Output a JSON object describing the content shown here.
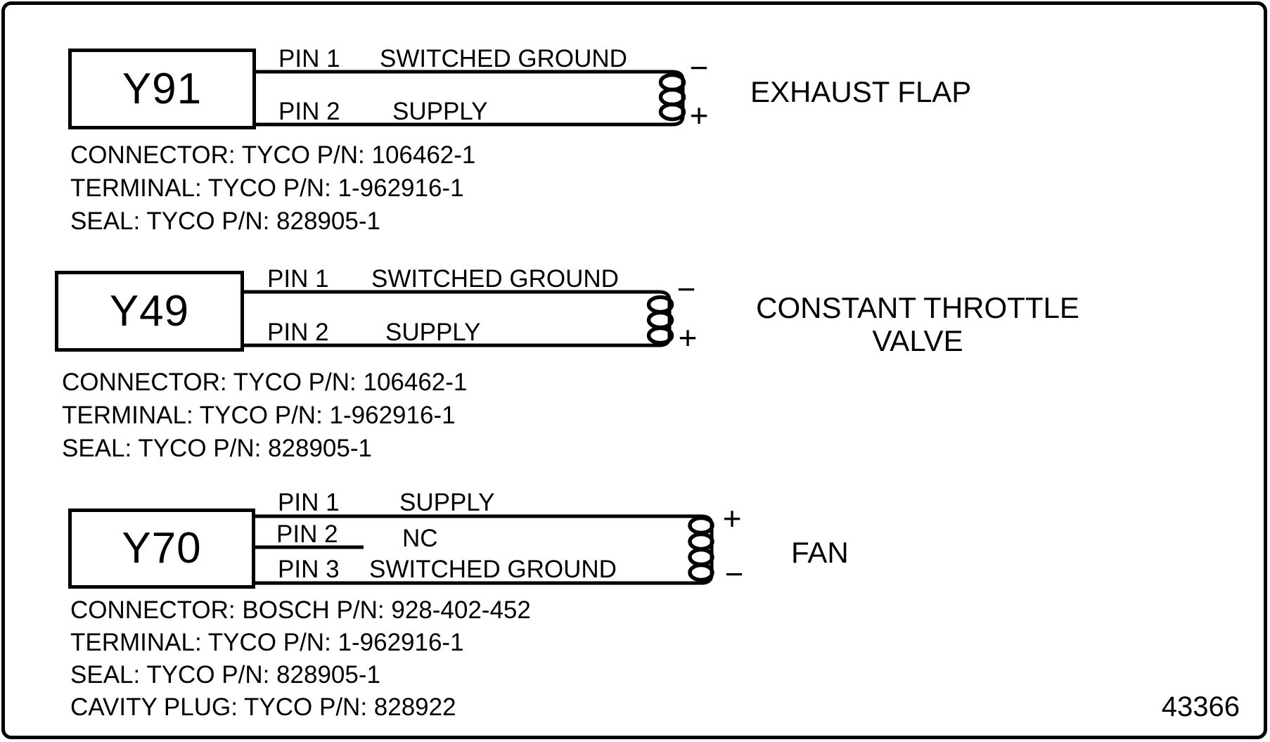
{
  "figure": {
    "number": "43366"
  },
  "colors": {
    "ink": "#000000",
    "background": "#ffffff"
  },
  "symbols": {
    "coil": "solenoid-coil",
    "wire": "wire-line"
  },
  "sections": [
    {
      "box_label": "Y91",
      "pins": [
        {
          "label": "PIN 1",
          "signal": "SWITCHED GROUND"
        },
        {
          "label": "PIN 2",
          "signal": "SUPPLY"
        }
      ],
      "polarity": {
        "top": "−",
        "bottom": "+"
      },
      "device": {
        "line1": "EXHAUST FLAP",
        "line2": ""
      },
      "notes": [
        "CONNECTOR: TYCO P/N: 106462-1",
        "TERMINAL: TYCO P/N: 1-962916-1",
        "SEAL: TYCO P/N: 828905-1"
      ]
    },
    {
      "box_label": "Y49",
      "pins": [
        {
          "label": "PIN 1",
          "signal": "SWITCHED GROUND"
        },
        {
          "label": "PIN 2",
          "signal": "SUPPLY"
        }
      ],
      "polarity": {
        "top": "−",
        "bottom": "+"
      },
      "device": {
        "line1": "CONSTANT THROTTLE",
        "line2": "VALVE"
      },
      "notes": [
        "CONNECTOR: TYCO P/N: 106462-1",
        "TERMINAL: TYCO P/N: 1-962916-1",
        "SEAL: TYCO P/N: 828905-1"
      ]
    },
    {
      "box_label": "Y70",
      "pins": [
        {
          "label": "PIN 1",
          "signal": "SUPPLY"
        },
        {
          "label": "PIN 2",
          "signal": "NC"
        },
        {
          "label": "PIN 3",
          "signal": "SWITCHED GROUND"
        }
      ],
      "polarity": {
        "top": "+",
        "bottom": "−"
      },
      "device": {
        "line1": "FAN",
        "line2": ""
      },
      "notes": [
        "CONNECTOR: BOSCH P/N: 928-402-452",
        "TERMINAL: TYCO P/N: 1-962916-1",
        "SEAL: TYCO P/N: 828905-1",
        "CAVITY PLUG: TYCO P/N: 828922"
      ]
    }
  ]
}
